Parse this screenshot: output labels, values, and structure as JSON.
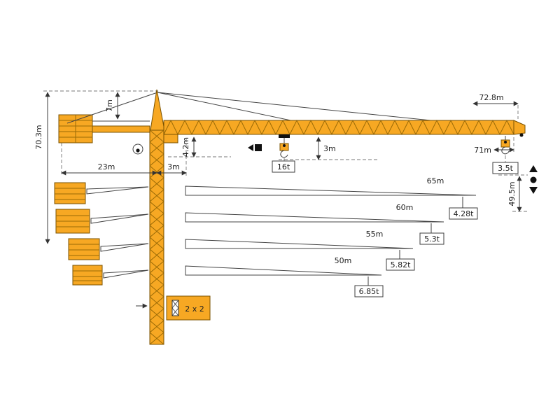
{
  "diagram": {
    "kind": "tower-crane-dimension-and-load-diagram",
    "colors": {
      "crane_fill": "#F7A823",
      "crane_stroke": "#7A5200",
      "line": "#3C3C3C"
    },
    "dims": {
      "total_height": "70.3m",
      "tower_top": "7m",
      "counter_jib": "23m",
      "rear_offset": "3m",
      "jib_height": "4.2m",
      "hook_offset": "3m",
      "jib_length": "72.8m",
      "working_radius": "71m",
      "hook_height": "49.5m"
    },
    "loads": {
      "max": "16t",
      "tip": "3.5t"
    },
    "mast_section": "2 x 2",
    "variants": [
      {
        "length": "65m",
        "tip_load": "4.28t"
      },
      {
        "length": "60m",
        "tip_load": "5.3t"
      },
      {
        "length": "55m",
        "tip_load": "5.82t"
      },
      {
        "length": "50m",
        "tip_load": "6.85t"
      }
    ]
  }
}
